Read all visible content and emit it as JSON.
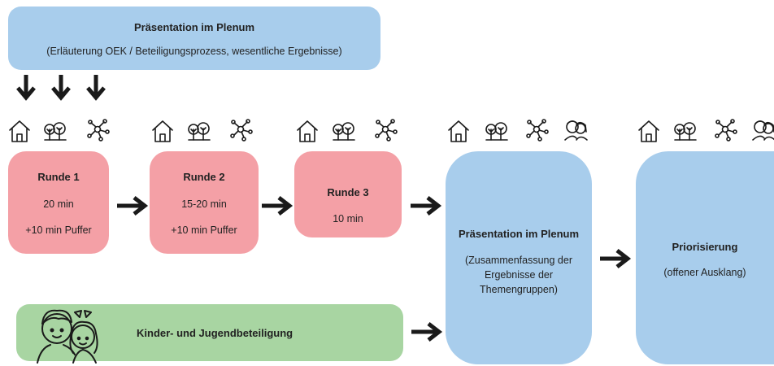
{
  "top": {
    "title": "Präsentation im Plenum",
    "subtitle": "(Erläuterung OEK / Beteiligungsprozess, wesentliche Ergebnisse)"
  },
  "rounds": [
    {
      "title": "Runde 1",
      "line1": "20 min",
      "line2": "+10 min Puffer"
    },
    {
      "title": "Runde 2",
      "line1": "15-20 min",
      "line2": "+10 min Puffer"
    },
    {
      "title": "Runde 3",
      "line1": "10 min",
      "line2": ""
    }
  ],
  "plenum": {
    "title": "Präsentation im Plenum",
    "line1": "(Zusammenfassung der",
    "line2": "Ergebnisse der",
    "line3": "Themengruppen)"
  },
  "prio": {
    "title": "Priorisierung",
    "subtitle": "(offener Ausklang)"
  },
  "youth": {
    "label": "Kinder- und Jugendbeteiligung"
  },
  "icons": [
    "house-icon",
    "trees-icon",
    "network-icon",
    "people-icon"
  ],
  "colors": {
    "blue": "#a8cdec",
    "pink": "#f4a0a6",
    "green": "#a8d5a2",
    "arrow": "#1a1a1a"
  }
}
